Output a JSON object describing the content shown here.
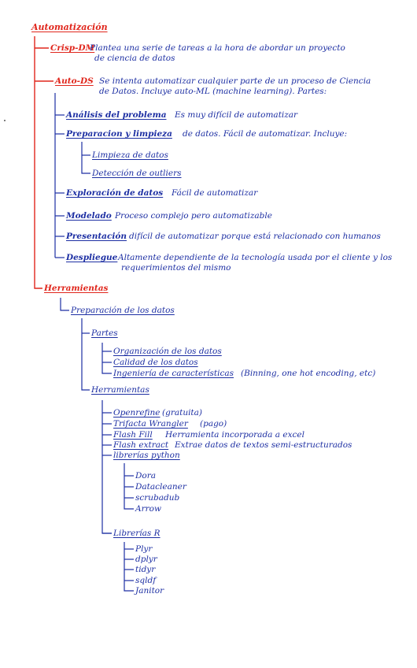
{
  "title": "Automatización",
  "crisp": {
    "label": "Crisp-DM",
    "text1": "Plantea una serie de tareas a la hora de abordar un proyecto",
    "text2": "de ciencia de datos"
  },
  "auto": {
    "label": "Auto-DS",
    "text1": "Se intenta automatizar cualquier parte de un proceso de Ciencia",
    "text2": "de Datos. Incluye auto-ML (machine learning). Partes:",
    "analisis": {
      "label": "Análisis del problema",
      "text": "Es muy difícil de automatizar"
    },
    "preparacion": {
      "label": "Preparacion y limpieza",
      "text": "de datos. Fácil de automatizar. Incluye:",
      "items": [
        "Limpieza de datos",
        "Detección de outliers"
      ]
    },
    "exploracion": {
      "label": "Exploración de datos",
      "text": "Fácil de automatizar"
    },
    "modelado": {
      "label": "Modelado",
      "text": "Proceso complejo pero automatizable"
    },
    "presentacion": {
      "label": "Presentación",
      "text": "difícil de automatizar porque está relacionado con humanos"
    },
    "despliegue": {
      "label": "Despliegue",
      "text1": "Altamente dependiente de la tecnología usada por el cliente y los",
      "text2": "requerimientos del mismo"
    }
  },
  "herramientas": {
    "label": "Herramientas",
    "prep": {
      "label": "Preparación de los datos",
      "partes": {
        "label": "Partes",
        "items": [
          "Organización de los datos",
          "Calidad de los datos",
          "Ingeniería de características"
        ],
        "note": "(Binning, one hot encoding, etc)"
      },
      "tools": {
        "label": "Herramientas",
        "items": [
          {
            "label": "Openrefine",
            "text": "(gratuita)"
          },
          {
            "label": "Trifacta Wrangler",
            "text": "(pago)"
          },
          {
            "label": "Flash Fill",
            "text": "Herramienta incorporada a excel"
          },
          {
            "label": "Flash extract",
            "text": "Extrae datos de textos semi-estructurados"
          },
          {
            "label": "librerías python",
            "text": ""
          }
        ],
        "python": [
          "Dora",
          "Datacleaner",
          "scrubadub",
          "Arrow"
        ],
        "r_label": "Librerías R",
        "r": [
          "Plyr",
          "dplyr",
          "tidyr",
          "sqldf",
          "Janitor"
        ]
      }
    }
  }
}
